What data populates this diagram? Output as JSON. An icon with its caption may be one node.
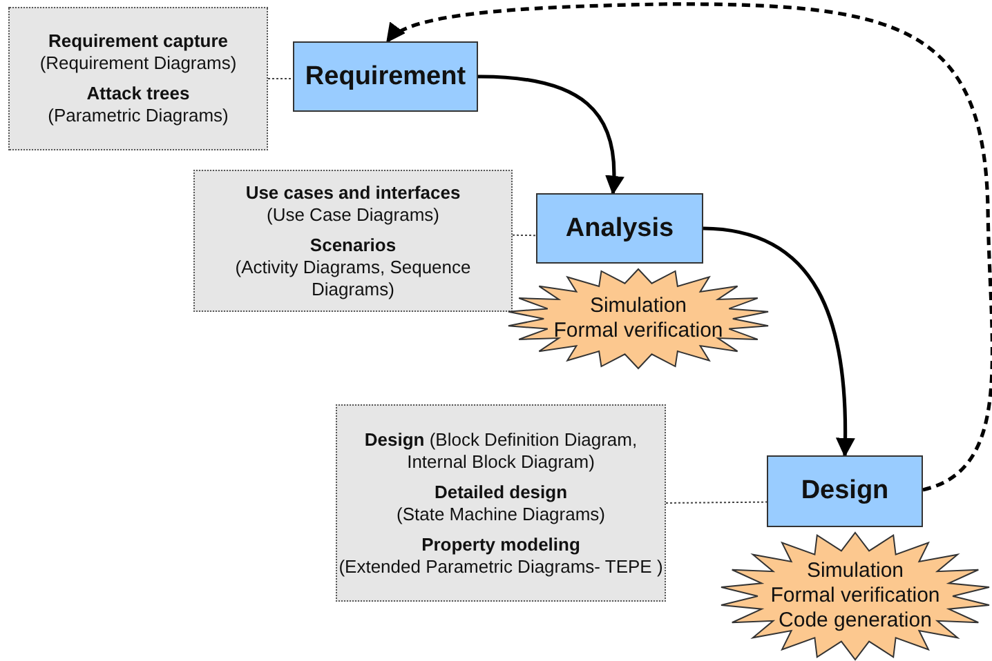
{
  "diagram": {
    "nodes": [
      {
        "text": [
          "**Requirement capture** (Requirement Diagrams)",
          "**Attack trees** (Parametric Diagrams)"
        ]
      },
      {
        "text": [
          "Requirement"
        ]
      },
      {
        "text": [
          "**Use cases and interfaces** (Use Case Diagrams)",
          "**Scenarios** (Activity Diagrams, Sequence Diagrams)"
        ]
      },
      {
        "text": [
          "Analysis"
        ]
      },
      {
        "text": [
          "Simulation",
          "Formal verification"
        ]
      },
      {
        "text": [
          "**Design** (Block Definition Diagram, Internal Block Diagram)",
          "**Detailed design** (State Machine Diagrams)",
          "**Property modeling** (Extended Parametric Diagrams- TEPE )"
        ]
      },
      {
        "text": [
          "Design"
        ]
      },
      {
        "text": [
          "Simulation",
          "Formal verification",
          "Code generation"
        ]
      }
    ],
    "edges": [
      {
        "from": 0,
        "to": 1,
        "arrow": "none",
        "style": "dashed"
      },
      {
        "from": 2,
        "to": 3,
        "arrow": "none",
        "style": "dashed"
      },
      {
        "from": 5,
        "to": 6,
        "arrow": "none",
        "style": "dashed"
      },
      {
        "from": 1,
        "to": 3,
        "arrow": "to",
        "style": "thick"
      },
      {
        "from": 3,
        "to": 6,
        "arrow": "to",
        "style": "thick"
      },
      {
        "from": 6,
        "to": 1,
        "arrow": "to",
        "style": "dashed"
      }
    ]
  }
}
